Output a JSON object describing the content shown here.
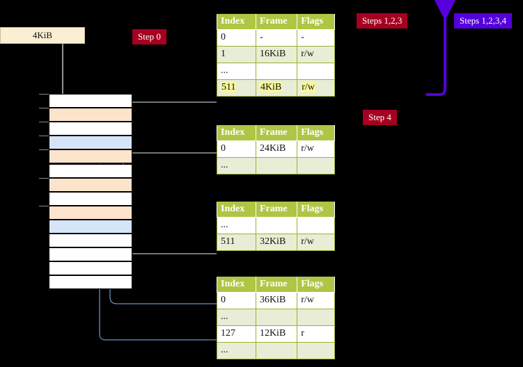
{
  "diagram": {
    "title_labels": {
      "memsize": "4KiB",
      "step0": "Step 0",
      "steps123": "Steps 1,2,3",
      "steps1234": "Steps 1,2,3,4",
      "step4": "Step 4"
    },
    "colors": {
      "badge_red": "#A60020",
      "badge_violet": "#5500DD",
      "table_header_green": "#AEC644",
      "table_alt_row": "#E8EDD5",
      "highlight_yellow": "#F7F79B",
      "memory_pagetable_orange": "#FCE3CC",
      "memory_frame_blue": "#D6E4F7",
      "memsize_box": "#FBEFD3",
      "walk_arrow_gray": "#B9B9B9",
      "resolve_arrow_blue": "#6B8FC0"
    },
    "memory_column": {
      "name": "physical-memory",
      "rows": [
        {
          "index": 0,
          "kind": "free"
        },
        {
          "index": 1,
          "kind": "pagetable"
        },
        {
          "index": 2,
          "kind": "free"
        },
        {
          "index": 3,
          "kind": "frame"
        },
        {
          "index": 4,
          "kind": "pagetable"
        },
        {
          "index": 5,
          "kind": "free"
        },
        {
          "index": 6,
          "kind": "pagetable"
        },
        {
          "index": 7,
          "kind": "free"
        },
        {
          "index": 8,
          "kind": "pagetable"
        },
        {
          "index": 9,
          "kind": "frame"
        },
        {
          "index": 10,
          "kind": "free"
        },
        {
          "index": 11,
          "kind": "free"
        },
        {
          "index": 12,
          "kind": "free"
        },
        {
          "index": 13,
          "kind": "free"
        }
      ]
    },
    "tables": [
      {
        "name": "level4-table",
        "headers": [
          "Index",
          "Frame",
          "Flags"
        ],
        "rows": [
          {
            "cells": [
              "0",
              "-",
              "-"
            ],
            "alt": false,
            "highlight": false
          },
          {
            "cells": [
              "1",
              "16KiB",
              "r/w"
            ],
            "alt": true,
            "highlight": false
          },
          {
            "cells": [
              "...",
              "",
              ""
            ],
            "alt": false,
            "highlight": false
          },
          {
            "cells": [
              "511",
              "4KiB",
              "r/w"
            ],
            "alt": true,
            "highlight": true
          }
        ]
      },
      {
        "name": "level3-table",
        "headers": [
          "Index",
          "Frame",
          "Flags"
        ],
        "rows": [
          {
            "cells": [
              "0",
              "24KiB",
              "r/w"
            ],
            "alt": false,
            "highlight": false
          },
          {
            "cells": [
              "...",
              "",
              ""
            ],
            "alt": true,
            "highlight": false
          }
        ]
      },
      {
        "name": "level2-table",
        "headers": [
          "Index",
          "Frame",
          "Flags"
        ],
        "rows": [
          {
            "cells": [
              "...",
              "",
              ""
            ],
            "alt": false,
            "highlight": false
          },
          {
            "cells": [
              "511",
              "32KiB",
              "r/w"
            ],
            "alt": true,
            "highlight": false
          }
        ]
      },
      {
        "name": "level1-table",
        "headers": [
          "Index",
          "Frame",
          "Flags"
        ],
        "rows": [
          {
            "cells": [
              "0",
              "36KiB",
              "r/w"
            ],
            "alt": false,
            "highlight": false
          },
          {
            "cells": [
              "...",
              "",
              ""
            ],
            "alt": true,
            "highlight": false
          },
          {
            "cells": [
              "127",
              "12KiB",
              "r"
            ],
            "alt": false,
            "highlight": false
          },
          {
            "cells": [
              "...",
              "",
              ""
            ],
            "alt": true,
            "highlight": false
          }
        ]
      }
    ]
  }
}
